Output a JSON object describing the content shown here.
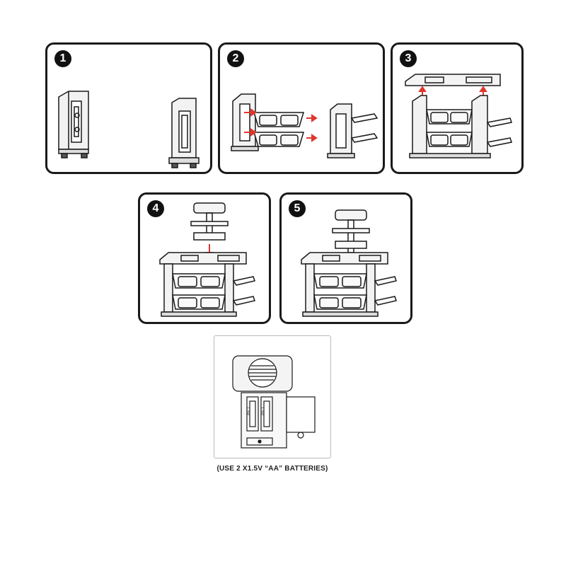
{
  "steps": [
    {
      "number": "1"
    },
    {
      "number": "2"
    },
    {
      "number": "3"
    },
    {
      "number": "4"
    },
    {
      "number": "5"
    }
  ],
  "battery": {
    "caption": "(USE 2 X1.5V  “AA” BATTERIES)",
    "cell_labels": [
      "1.5V",
      "1.5V"
    ]
  },
  "colors": {
    "outline": "#1a1a1a",
    "arrow": "#e0362c",
    "battery_border": "#bbbbbb"
  }
}
